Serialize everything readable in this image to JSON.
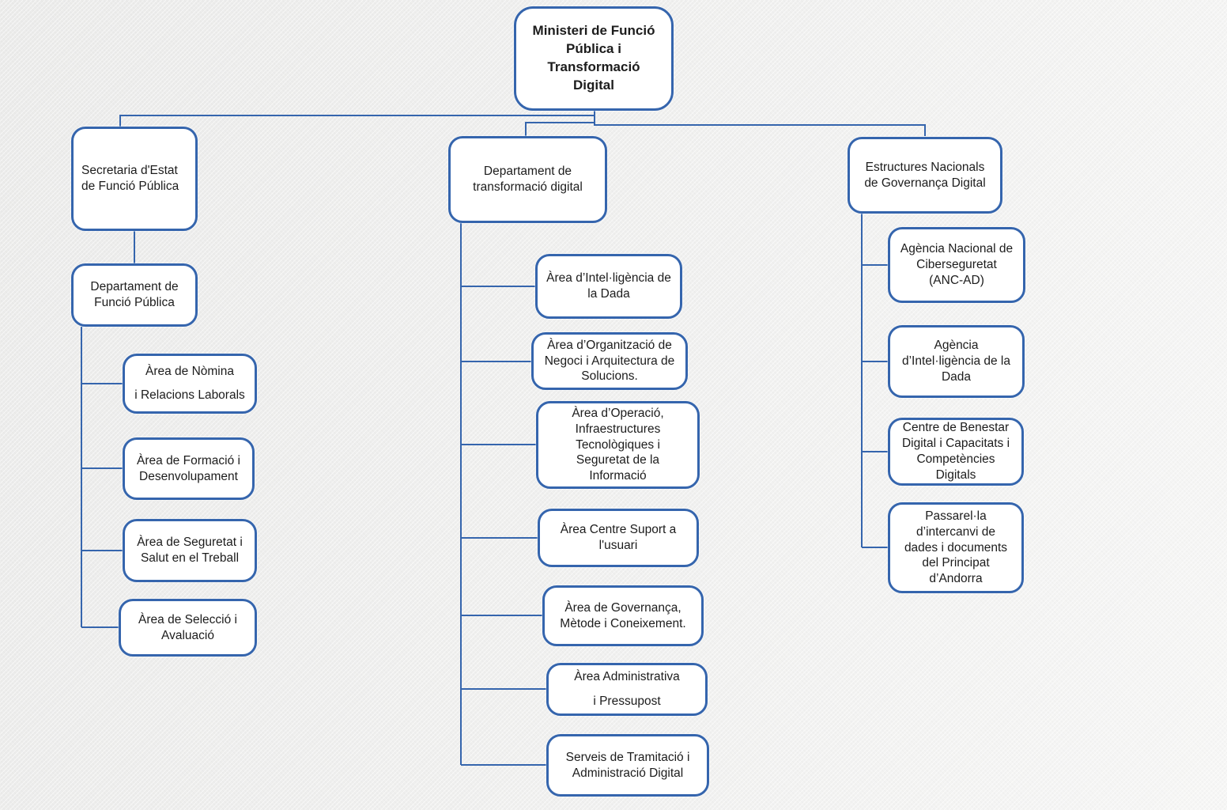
{
  "colors": {
    "node_border": "#3565ad",
    "connector": "#3565ad",
    "node_fill": "#ffffff",
    "text": "#1c1c1c",
    "background": "#f0f0ef"
  },
  "diagram": {
    "root": {
      "label": "Ministeri de Funció\nPública i\nTransformació\nDigital"
    },
    "branches": [
      {
        "label": "Secretaria d'Estat\nde Funció Pública",
        "children": [
          {
            "label": "Departament de\nFunció Pública",
            "children": [
              {
                "label": "Àrea de Nòmina\ni Relacions Laborals"
              },
              {
                "label": "Àrea de Formació i\nDesenvolupament"
              },
              {
                "label": "Àrea de Seguretat i\nSalut en el Treball"
              },
              {
                "label": "Àrea de Selecció i\nAvaluació"
              }
            ]
          }
        ]
      },
      {
        "label": "Departament de\ntransformació digital",
        "children": [
          {
            "label": "Àrea d’Intel·ligència de\nla Dada"
          },
          {
            "label": "Àrea d’Organització de\nNegoci i Arquitectura de\nSolucions."
          },
          {
            "label": "Àrea d’Operació,\nInfraestructures\nTecnològiques i\nSeguretat de la\nInformació"
          },
          {
            "label": "Àrea Centre Suport a\nl'usuari"
          },
          {
            "label": "Àrea de Governança,\nMètode i Coneixement."
          },
          {
            "label": "Àrea Administrativa\ni Pressupost"
          },
          {
            "label": "Serveis de Tramitació i\nAdministració Digital"
          }
        ]
      },
      {
        "label": "Estructures Nacionals\nde Governança Digital",
        "children": [
          {
            "label": "Agència Nacional de\nCiberseguretat\n(ANC-AD)"
          },
          {
            "label": "Agència\nd’Intel·ligència de la\nDada"
          },
          {
            "label": "Centre de Benestar\nDigital i Capacitats i\nCompetències\nDigitals"
          },
          {
            "label": "Passarel·la\nd’intercanvi de\ndades i documents\ndel Principat\nd’Andorra"
          }
        ]
      }
    ]
  }
}
